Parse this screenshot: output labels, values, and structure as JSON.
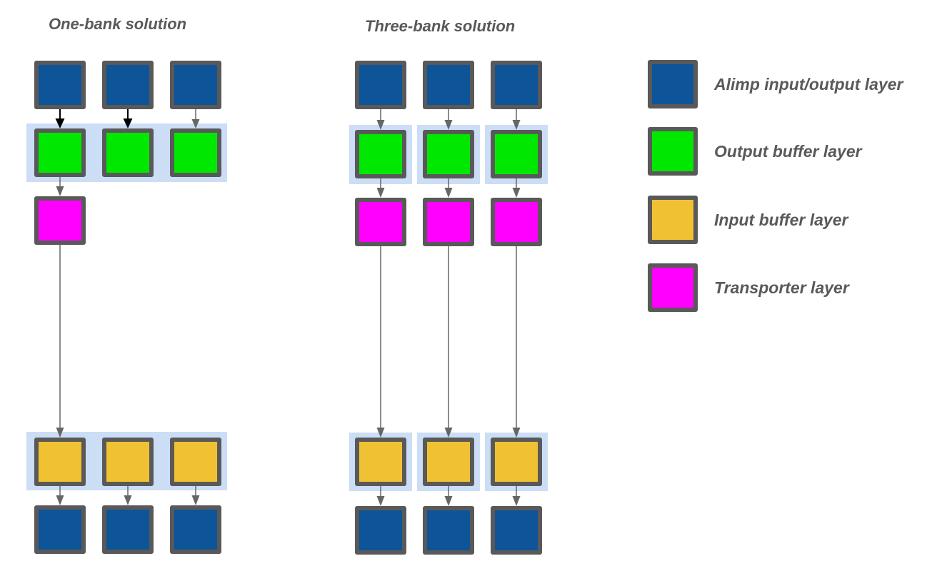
{
  "diagrams": {
    "one_bank": {
      "title": "One-bank solution",
      "columns": 3,
      "layer_sequence": [
        "Alimp input/output layer",
        "Output buffer layer",
        "Transporter layer",
        "Input buffer layer",
        "Alimp input/output layer"
      ],
      "banks": [
        {
          "layer": "Output buffer layer",
          "bank_count": 1,
          "columns_spanned": 3
        },
        {
          "layer": "Input buffer layer",
          "bank_count": 1,
          "columns_spanned": 3
        }
      ],
      "transporter_nodes": 1
    },
    "three_bank": {
      "title": "Three-bank solution",
      "columns": 3,
      "layer_sequence": [
        "Alimp input/output layer",
        "Output buffer layer",
        "Transporter layer",
        "Input buffer layer",
        "Alimp input/output layer"
      ],
      "banks": [
        {
          "layer": "Output buffer layer",
          "bank_count": 3,
          "columns_spanned": 1
        },
        {
          "layer": "Input buffer layer",
          "bank_count": 3,
          "columns_spanned": 1
        }
      ],
      "transporter_nodes": 3
    }
  },
  "legend": {
    "items": [
      {
        "id": "alimp-io-layer",
        "label": "Alimp input/output layer",
        "color": "#0E5499"
      },
      {
        "id": "output-buffer-layer",
        "label": "Output buffer layer",
        "color": "#00E800"
      },
      {
        "id": "input-buffer-layer",
        "label": "Input buffer layer",
        "color": "#F0C233"
      },
      {
        "id": "transporter-layer",
        "label": "Transporter layer",
        "color": "#FF00FF"
      }
    ]
  },
  "colors": {
    "node_border": "#595959",
    "bank_highlight": "#CCDDF6",
    "arrow": "#666666",
    "arrow_emphasis": "#000000",
    "text": "#595959",
    "background": "#FFFFFF"
  }
}
